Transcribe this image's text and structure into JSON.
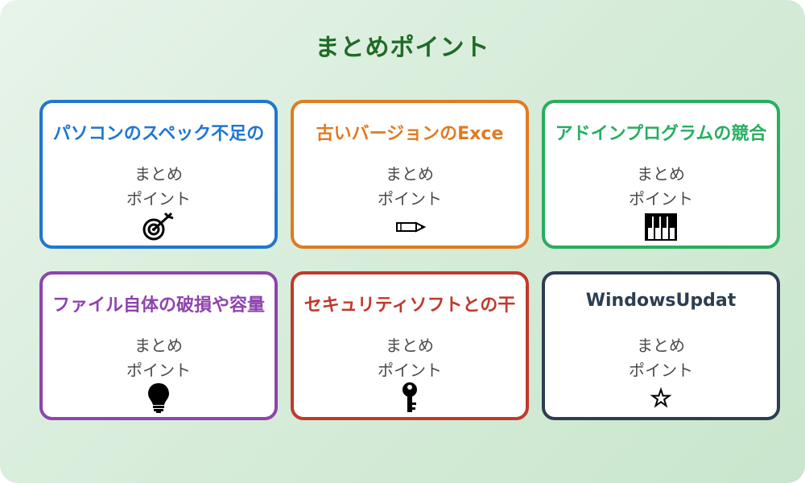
{
  "title": "まとめポイント",
  "cards": [
    {
      "title": "パソコンのスペック不足の",
      "line1": "まとめ",
      "line2": "ポイント",
      "icon": "target-icon",
      "color": "#1f77d0"
    },
    {
      "title": "古いバージョンのExce",
      "line1": "まとめ",
      "line2": "ポイント",
      "icon": "pencil-icon",
      "color": "#e07b22"
    },
    {
      "title": "アドインプログラムの競合",
      "line1": "まとめ",
      "line2": "ポイント",
      "icon": "piano-keys-icon",
      "color": "#27ae60"
    },
    {
      "title": "ファイル自体の破損や容量",
      "line1": "まとめ",
      "line2": "ポイント",
      "icon": "lightbulb-icon",
      "color": "#8e44ad"
    },
    {
      "title": "セキュリティソフトとの干",
      "line1": "まとめ",
      "line2": "ポイント",
      "icon": "key-icon",
      "color": "#c0392b"
    },
    {
      "title": "WindowsUpdat",
      "line1": "まとめ",
      "line2": "ポイント",
      "icon": "star-icon",
      "color": "#2c3e50"
    }
  ]
}
